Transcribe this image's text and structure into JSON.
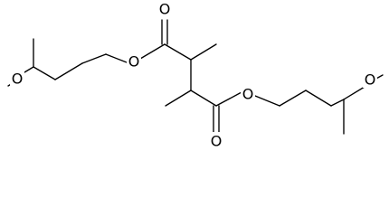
{
  "molecule": {
    "atoms": {
      "o_left_ether": "O",
      "o_left_ester": "O",
      "o_top_carbonyl": "O",
      "o_right_ester": "O",
      "o_bottom_carbonyl": "O",
      "o_right_ether": "O"
    }
  }
}
